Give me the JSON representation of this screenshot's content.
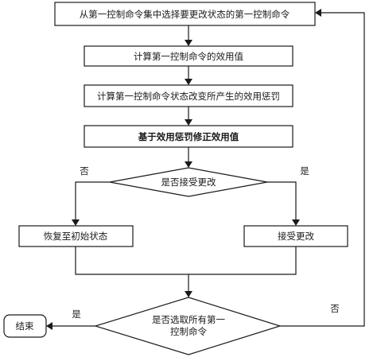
{
  "flowchart": {
    "steps": {
      "select_from_set": "从第一控制命令集中选择要更改状态的第一控制命令",
      "compute_utility": "计算第一控制命令的效用值",
      "compute_penalty": "计算第一控制命令状态改变所产生的效用惩罚",
      "correct_utility": "基于效用惩罚修正效用值",
      "restore_initial": "恢复至初始状态",
      "accept_change": "接受更改",
      "end": "结束"
    },
    "decisions": {
      "accept_change_q": "是否接受更改",
      "all_selected_q_line1": "是否选取所有第一",
      "all_selected_q_line2": "控制命令"
    },
    "branch_labels": {
      "accept_no": "否",
      "accept_yes": "是",
      "all_yes": "是",
      "all_no": "否"
    }
  }
}
